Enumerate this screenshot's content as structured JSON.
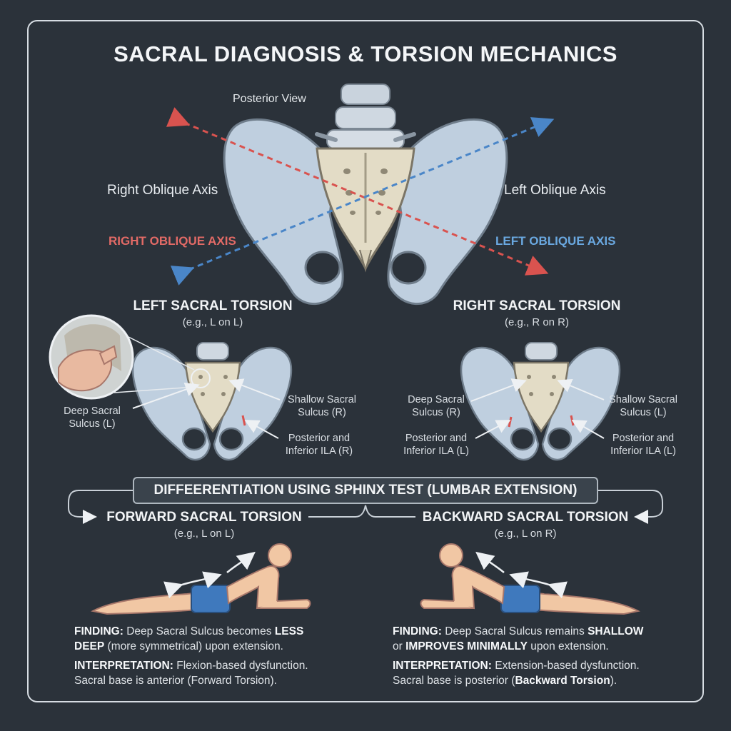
{
  "title": "SACRAL DIAGNOSIS & TORSION MECHANICS",
  "top_view": {
    "view_label": "Posterior View",
    "axis_label_left": "Right Oblique Axis",
    "axis_label_right": "Left Oblique Axis",
    "axis_tag_red": "RIGHT OBLIQUE AXIS",
    "axis_tag_blue": "LEFT OBLIQUE AXIS",
    "red_color": "#d9534f",
    "blue_color": "#4a86c8"
  },
  "left_torsion": {
    "heading": "LEFT SACRAL TORSION",
    "example": "(e.g., L on L)",
    "deep_sulcus_line1": "Deep Sacral",
    "deep_sulcus_line2": "Sulcus (L)",
    "shallow_sulcus_line1": "Shallow Sacral",
    "shallow_sulcus_line2": "Sulcus (R)",
    "ila_line1": "Posterior and",
    "ila_line2": "Inferior ILA (R)"
  },
  "right_torsion": {
    "heading": "RIGHT SACRAL TORSION",
    "example": "(e.g., R on R)",
    "deep_sulcus_line1": "Deep Sacral",
    "deep_sulcus_line2": "Sulcus (R)",
    "shallow_sulcus_line1": "Shallow Sacral",
    "shallow_sulcus_line2": "Sulcus (L)",
    "ila_left_line1": "Posterior and",
    "ila_left_line2": "Inferior ILA (L)",
    "ila_right_line1": "Posterior and",
    "ila_right_line2": "Inferior ILA (L)"
  },
  "banner": "DIFFEERENTIATION USING SPHINX TEST (LUMBAR EXTENSION)",
  "forward": {
    "heading": "FORWARD SACRAL TORSION",
    "example": "(e.g., L on L)",
    "finding_label": "FINDING:",
    "finding_text1": "Deep Sacral Sulcus becomes",
    "finding_em1": "LESS",
    "finding_em2": "DEEP",
    "finding_text2": "(more symmetrical) upon extension.",
    "interp_label": "INTERPRETATION:",
    "interp_text1": "Flexion-based dysfunction.",
    "interp_text2": "Sacral base is anterior (Forward Torsion)."
  },
  "backward": {
    "heading": "BACKWARD SACRAL TORSION",
    "example": "(e.g., L on R)",
    "finding_label": "FINDING:",
    "finding_text1": "Deep Sacral Sulcus remains",
    "finding_em1": "SHALLOW",
    "finding_pre2": "or",
    "finding_em2": "IMPROVES MINIMALLY",
    "finding_text2": "upon extension.",
    "interp_label": "INTERPRETATION:",
    "interp_text1": "Extension-based dysfunction.",
    "interp_text2a": "Sacral base is posterior (",
    "interp_em": "Backward Torsion",
    "interp_text2b": ")."
  }
}
